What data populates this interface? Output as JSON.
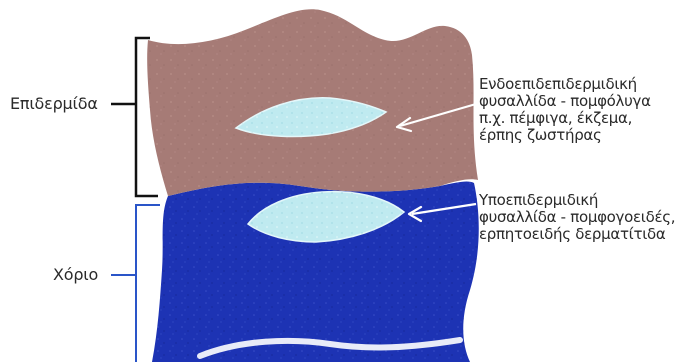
{
  "labels": {
    "epidermis": "Επιδερμίδα",
    "dermis": "Χόριο"
  },
  "annotations": {
    "intraepidermal": [
      "Ενδοεπιδεπιδερμιδική",
      "φυσαλλίδα - πομφόλυγα",
      "π.χ. πέμφιγα, έκζεμα,",
      "έρπης ζωστήρας"
    ],
    "subepidermal": [
      "Υποεπιδερμιδική",
      "φυσαλλίδα - πομφογοειδές,",
      "ερπητοειδής δερματίτιδα"
    ]
  },
  "colors": {
    "epidermis": "#a67b76",
    "dermis": "#1d33b4",
    "blister": "#bfeaf0",
    "epidermis_bracket": "#111111",
    "dermis_bracket": "#2a55c8",
    "arrow": "#ffffff"
  }
}
